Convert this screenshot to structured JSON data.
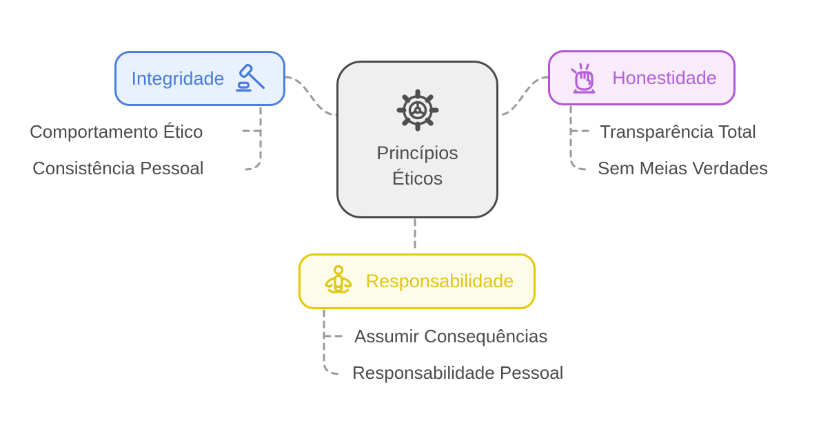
{
  "diagram_title": "Princípios Éticos",
  "background_color": "#ffffff",
  "connector_color": "#999999",
  "center": {
    "label": "Princípios Éticos",
    "icon": "gear-icon",
    "fill": "#efefef",
    "border": "#4a4a4a",
    "text_color": "#4f4f4f"
  },
  "branches": [
    {
      "id": "integridade",
      "label": "Integridade",
      "icon": "gavel-icon",
      "position": "top-left",
      "fill": "#e9f1fe",
      "border": "#4c80d8",
      "text_color": "#477bd9",
      "children": [
        "Comportamento Ético",
        "Consistência Pessoal"
      ]
    },
    {
      "id": "honestidade",
      "label": "Honestidade",
      "icon": "fist-icon",
      "position": "top-right",
      "fill": "#f8ecfc",
      "border": "#b153d4",
      "text_color": "#b45fd8",
      "children": [
        "Transparência Total",
        "Sem Meias Verdades"
      ]
    },
    {
      "id": "responsabilidade",
      "label": "Responsabilidade",
      "icon": "meditation-icon",
      "position": "bottom-center",
      "fill": "#fdfbe9",
      "border": "#e3ca00",
      "text_color": "#e0c713",
      "children": [
        "Assumir Consequências",
        "Responsabilidade Pessoal"
      ]
    }
  ]
}
